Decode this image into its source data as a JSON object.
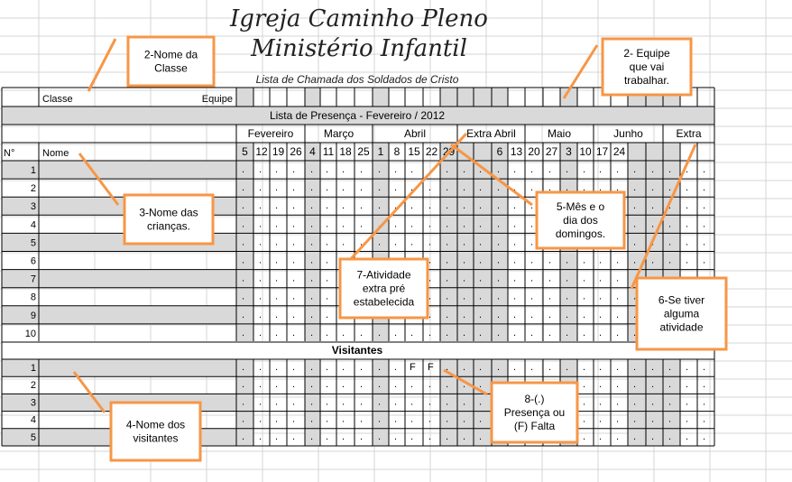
{
  "title_line1": "Igreja Caminho Pleno",
  "title_line2": "Ministério Infantil",
  "subtitle": "Lista de Chamada dos Soldados de Cristo",
  "header": {
    "classe_label": "Classe",
    "equipe_label": "Equipe"
  },
  "presence_title": "Lista de Presença - Fevereiro / 2012",
  "months": [
    "Fevereiro",
    "Março",
    "Abril",
    "Extra Abril",
    "Maio",
    "Junho",
    "Extra"
  ],
  "days": [
    "5",
    "12",
    "19",
    "26",
    "4",
    "11",
    "18",
    "25",
    "1",
    "8",
    "15",
    "22",
    "29",
    "",
    "",
    "6",
    "13",
    "20",
    "27",
    "3",
    "10",
    "17",
    "24",
    "",
    ""
  ],
  "col_labels": {
    "number": "N°",
    "name": "Nome"
  },
  "student_numbers": [
    "1",
    "2",
    "3",
    "4",
    "5",
    "6",
    "7",
    "8",
    "9",
    "10"
  ],
  "visitors_title": "Visitantes",
  "visitor_numbers": [
    "1",
    "2",
    "3",
    "4",
    "5"
  ],
  "attendance_mark": ".",
  "absent_mark": "F",
  "callouts": [
    {
      "id": "c1",
      "lines": [
        "2-Nome da",
        "Classe"
      ]
    },
    {
      "id": "c2",
      "lines": [
        "2- Equipe",
        "que vai",
        "trabalhar."
      ]
    },
    {
      "id": "c3",
      "lines": [
        "3-Nome das",
        "crianças."
      ]
    },
    {
      "id": "c4",
      "lines": [
        "4-Nome dos",
        "visitantes"
      ]
    },
    {
      "id": "c5",
      "lines": [
        "5-Mês e o",
        "dia dos",
        "domingos."
      ]
    },
    {
      "id": "c6",
      "lines": [
        "6-Se tiver",
        "alguma",
        "atividade"
      ]
    },
    {
      "id": "c7",
      "lines": [
        "7-Atividade",
        "extra pré",
        "estabelecida"
      ]
    },
    {
      "id": "c8",
      "lines": [
        "8-(.)",
        "Presença ou",
        "(F) Falta"
      ]
    }
  ],
  "colors": {
    "shade": "#d9d9d9",
    "grid": "#000000",
    "callout": "#f79646",
    "sheet_grid": "#d4d4d4"
  }
}
